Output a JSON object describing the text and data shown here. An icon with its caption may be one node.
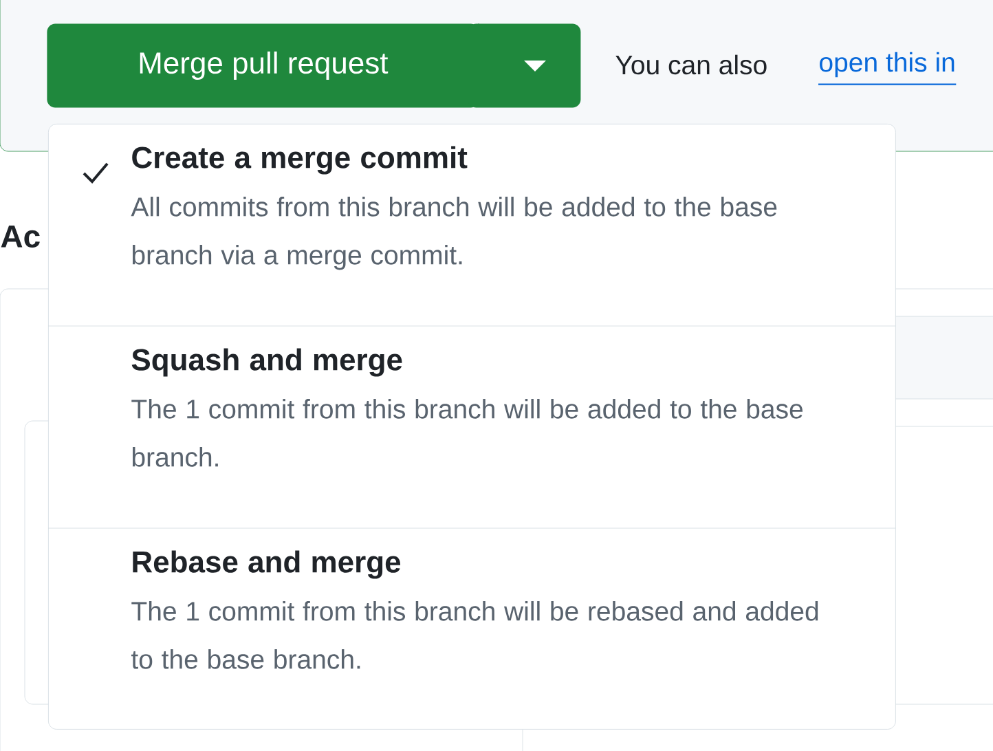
{
  "diagram": {
    "nodes": [
      {
        "text": [
          "Merge pull request"
        ]
      },
      {
        "text": [],
        "shape": "box"
      },
      {
        "text": [],
        "shape": "box"
      },
      {
        "text": [
          "Create a merge commit",
          "All commits from this branch will be added to the base branch via a merge commit."
        ],
        "in": 2
      },
      {
        "text": [
          "Squash and merge",
          "The 1 commit from this branch will be added to the base branch."
        ],
        "in": 2
      },
      {
        "text": [
          "Rebase and merge",
          "The 1 commit from this branch will be rebased and added to the base branch."
        ],
        "in": 2
      }
    ],
    "labels": [
      "You can also",
      "open this in",
      "Ac"
    ]
  }
}
